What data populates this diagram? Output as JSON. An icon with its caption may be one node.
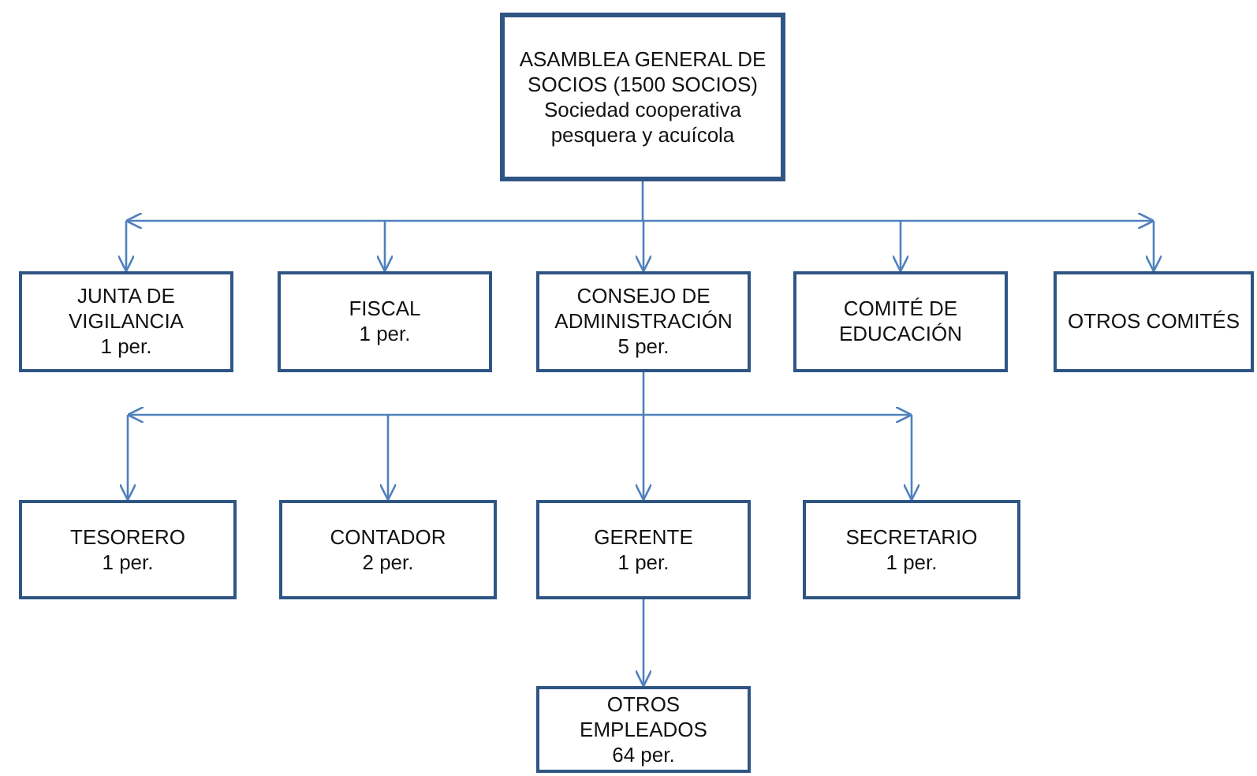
{
  "diagram": {
    "nodes": [
      {
        "text": [
          "ASAMBLEA GENERAL DE SOCIOS (1500 SOCIOS)",
          "Sociedad cooperativa pesquera y acuícola"
        ]
      },
      {
        "text": [
          "JUNTA DE VIGILANCIA",
          "1 per."
        ]
      },
      {
        "text": [
          "FISCAL",
          "1 per."
        ]
      },
      {
        "text": [
          "CONSEJO DE ADMINISTRACIÓN",
          "5 per."
        ]
      },
      {
        "text": [
          "COMITÉ DE EDUCACIÓN"
        ]
      },
      {
        "text": [
          "OTROS COMITÉS"
        ]
      },
      {
        "text": [
          "TESORERO",
          "1 per."
        ]
      },
      {
        "text": [
          "CONTADOR",
          "2 per."
        ]
      },
      {
        "text": [
          "GERENTE",
          "1 per."
        ]
      },
      {
        "text": [
          "SECRETARIO",
          "1 per."
        ]
      },
      {
        "text": [
          "OTROS EMPLEADOS",
          "64 per."
        ]
      }
    ],
    "edges": [
      {
        "from": 0,
        "to": 1,
        "arrow": "to"
      },
      {
        "from": 0,
        "to": 2,
        "arrow": "to"
      },
      {
        "from": 0,
        "to": 3,
        "arrow": "to"
      },
      {
        "from": 0,
        "to": 4,
        "arrow": "to"
      },
      {
        "from": 0,
        "to": 5,
        "arrow": "to"
      },
      {
        "from": 3,
        "to": 6,
        "arrow": "to"
      },
      {
        "from": 3,
        "to": 7,
        "arrow": "to"
      },
      {
        "from": 3,
        "to": 8,
        "arrow": "to"
      },
      {
        "from": 3,
        "to": 9,
        "arrow": "to"
      },
      {
        "from": 8,
        "to": 10,
        "arrow": "to"
      }
    ]
  }
}
